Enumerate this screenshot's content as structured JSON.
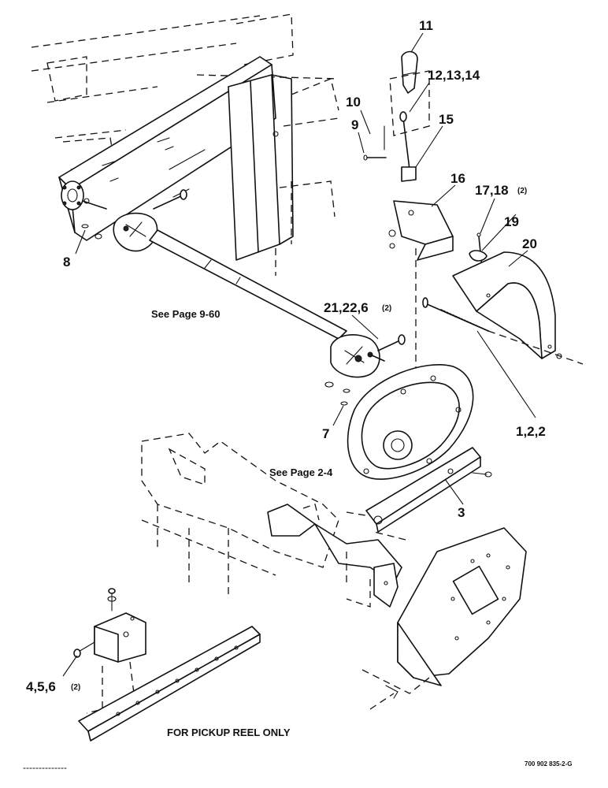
{
  "callouts": {
    "c11": "11",
    "c12": "12,13,14",
    "c10": "10",
    "c9": "9",
    "c15": "15",
    "c16": "16",
    "c17": "17,18",
    "c17_sup": "(2)",
    "c19": "19",
    "c20": "20",
    "c8": "8",
    "c21": "21,22,6",
    "c21_sup": "(2)",
    "c7": "7",
    "c1": "1,2,2",
    "c3": "3",
    "c4": "4,5,6",
    "c4_sup": "(2)"
  },
  "references": {
    "page_9_60": "See Page 9-60",
    "page_2_4": "See Page 2-4"
  },
  "notes": {
    "pickup_reel": "FOR PICKUP REEL ONLY"
  },
  "figure_id": "700 902 835-2-G"
}
